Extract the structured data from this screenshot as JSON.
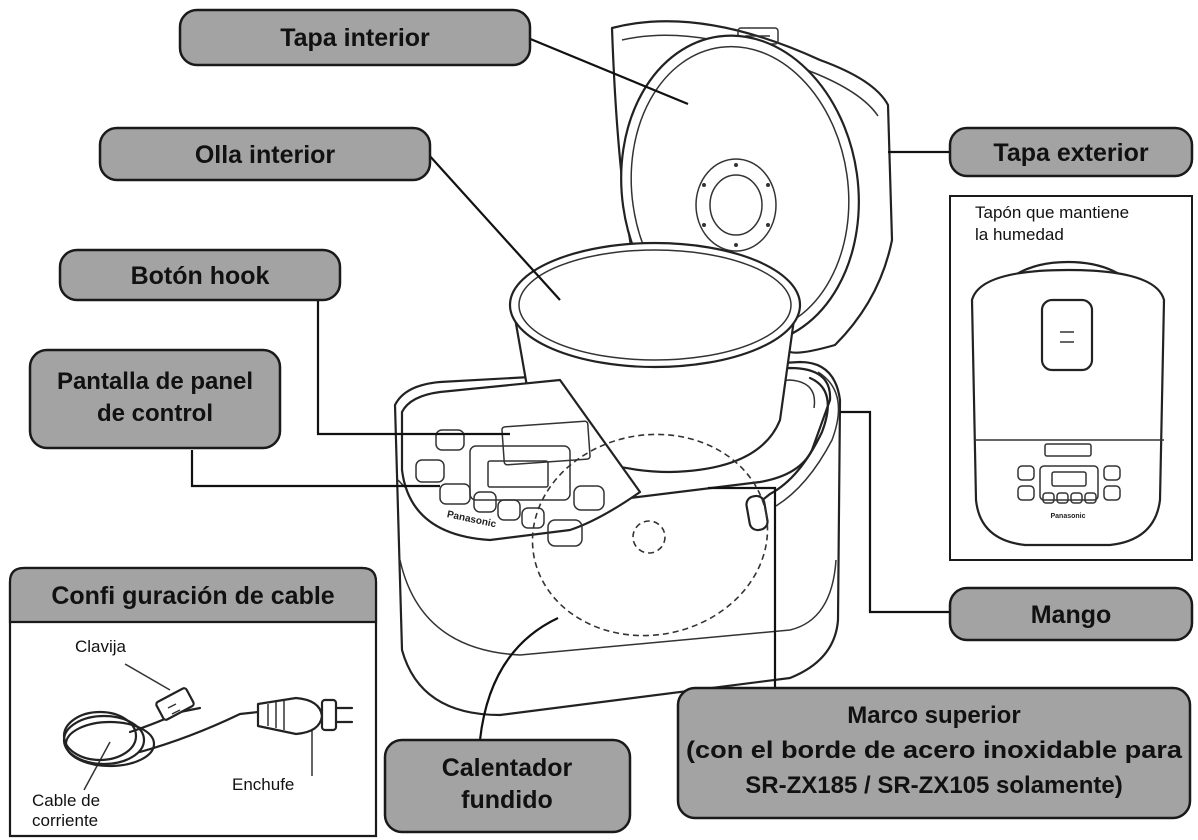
{
  "labels": {
    "tapa_interior": "Tapa interior",
    "olla_interior": "Olla interior",
    "boton_hook": "Botón hook",
    "pantalla_line1": "Pantalla de panel",
    "pantalla_line2": "de control",
    "tapa_exterior": "Tapa exterior",
    "mango": "Mango",
    "calentador_line1": "Calentador",
    "calentador_line2": "fundido",
    "marco_line1": "Marco superior",
    "marco_line2": "(con el borde de acero inoxidable para",
    "marco_line3": "SR-ZX185 / SR-ZX105 solamente)"
  },
  "inset_lid": {
    "tapon_line1": "Tapón que mantiene",
    "tapon_line2": "la humedad"
  },
  "cable_box": {
    "title": "Confi guración de cable",
    "clavija": "Clavija",
    "enchufe": "Enchufe",
    "cable_line1": "Cable de",
    "cable_line2": "corriente"
  },
  "brand": "Panasonic",
  "colors": {
    "label_fill": "#a3a3a3",
    "outline": "#1a1a1a",
    "background": "#ffffff"
  }
}
